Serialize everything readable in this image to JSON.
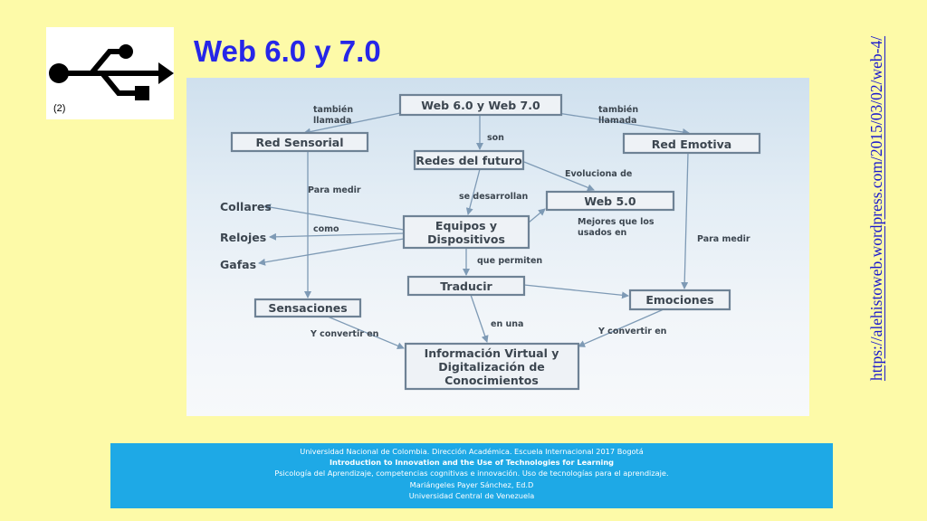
{
  "slide": {
    "title": "Web 6.0 y 7.0",
    "logo_caption": "(2)",
    "source_url": "https://alehistoweb.wordpress.com/2015/03/02/web-4/"
  },
  "diagram": {
    "nodes": {
      "web67": "Web 6.0 y Web 7.0",
      "red_sensorial": "Red Sensorial",
      "red_emotiva": "Red Emotiva",
      "redes_futuro": "Redes del futuro",
      "web5": "Web 5.0",
      "equipos_l1": "Equipos y",
      "equipos_l2": "Dispositivos",
      "traducir": "Traducir",
      "sensaciones": "Sensaciones",
      "emociones": "Emociones",
      "info_l1": "Información Virtual y",
      "info_l2": "Digitalización de",
      "info_l3": "Conocimientos"
    },
    "leaves": {
      "collares": "Collares",
      "relojes": "Relojes",
      "gafas": "Gafas"
    },
    "edge_labels": {
      "tambien_left_l1": "también",
      "tambien_left_l2": "llamada",
      "tambien_right_l1": "también",
      "tambien_right_l2": "llamada",
      "son": "son",
      "evoluciona": "Evoluciona de",
      "para_medir_left": "Para medir",
      "se_desarrollan": "se desarrollan",
      "como": "como",
      "mejores_l1": "Mejores que los",
      "mejores_l2": "usados en",
      "para_medir_right": "Para medir",
      "que_permiten": "que permiten",
      "en_una": "en una",
      "convertir_left": "Y convertir en",
      "convertir_right": "Y convertir en"
    }
  },
  "footer": {
    "line1": "Universidad Nacional de Colombia. Dirección Académica. Escuela Internacional 2017 Bogotá",
    "line2": "Introduction to Innovation and the Use of Technologies for Learning",
    "line3": "Psicología del Aprendizaje, competencias cognitivas e innovación. Uso de tecnologías para el aprendizaje.",
    "line4": "Mariángeles Payer Sánchez, Ed.D",
    "line5": "Universidad Central de Venezuela"
  },
  "colors": {
    "background": "#fdfaa8",
    "title": "#2626e8",
    "footer": "#1ea9e6",
    "node_border": "#6e8295",
    "edge": "#7e9ab5"
  }
}
